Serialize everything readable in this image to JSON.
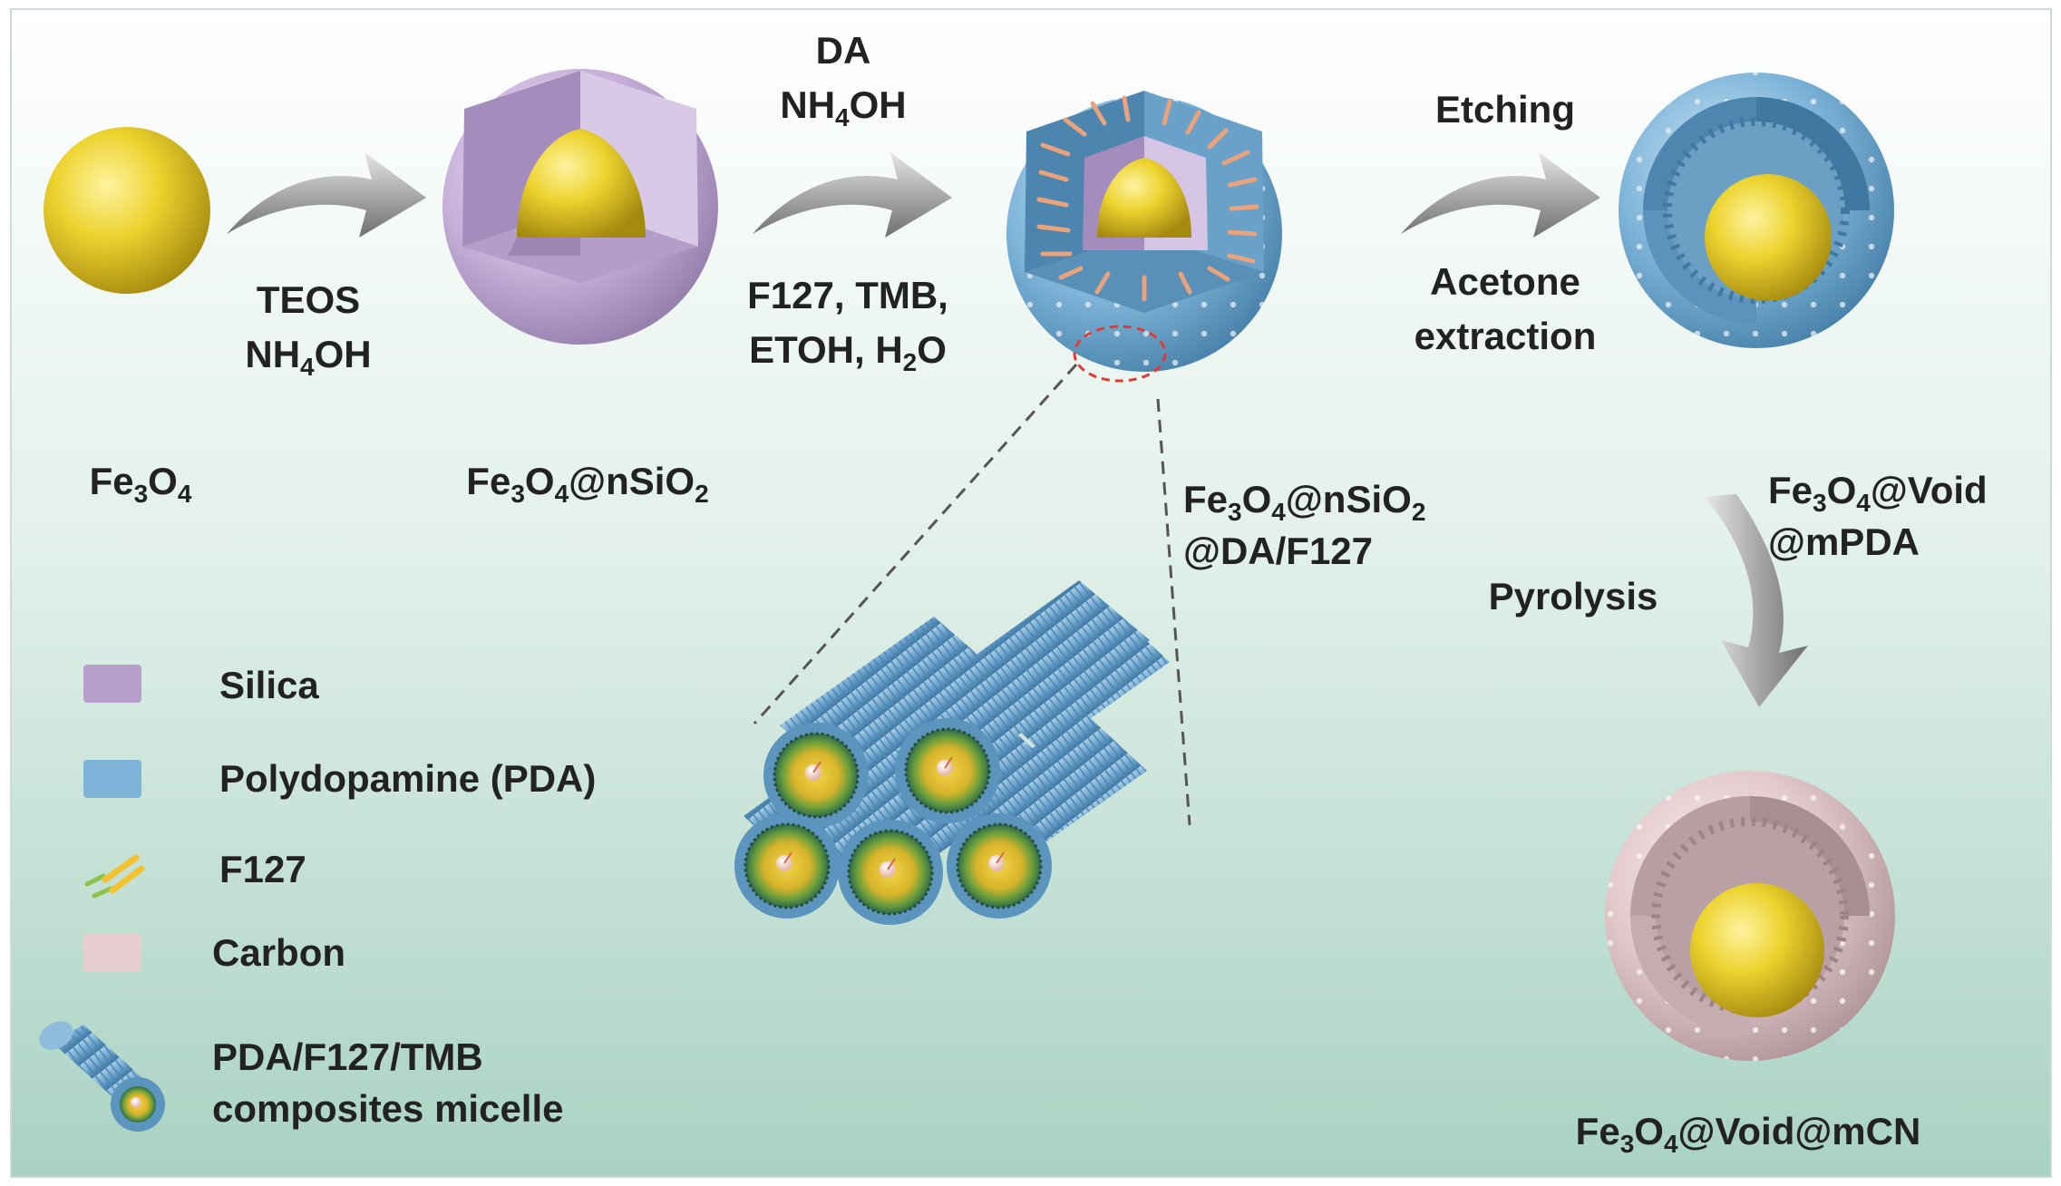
{
  "colors": {
    "background_top": "#ffffff",
    "background_bottom": "#a9d2c2",
    "iron_oxide_core": "#e8cf2a",
    "silica": "#c6aed8",
    "polydopamine": "#7bb3d8",
    "f127": "#e7a07d",
    "carbon": "#e6cdd0",
    "arrow": "#a9a9a9",
    "label_text": "#222222",
    "highlight": "#e03a3a"
  },
  "steps": [
    {
      "reagents": [
        "TEOS",
        "NH4OH"
      ],
      "reagents_below": []
    },
    {
      "reagents": [
        "DA",
        "NH4OH"
      ],
      "reagents_below": [
        "F127, TMB,",
        "ETOH, H2O"
      ]
    },
    {
      "reagents": [
        "Etching"
      ],
      "reagents_below": [
        "Acetone",
        "extraction"
      ]
    },
    {
      "reagents": [
        "Pyrolysis"
      ],
      "reagents_below": []
    }
  ],
  "structures": [
    {
      "name": "Fe3O4",
      "label_lines": [
        "Fe3O4"
      ]
    },
    {
      "name": "Fe3O4@nSiO2",
      "label_lines": [
        "Fe3O4@nSiO2"
      ]
    },
    {
      "name": "Fe3O4@nSiO2@DA/F127",
      "label_lines": [
        "Fe3O4@nSiO2",
        "@DA/F127"
      ]
    },
    {
      "name": "Fe3O4@Void@mPDA",
      "label_lines": [
        "Fe3O4@Void",
        "@mPDA"
      ]
    },
    {
      "name": "Fe3O4@Void@mCN",
      "label_lines": [
        "Fe3O4@Void@mCN"
      ]
    }
  ],
  "legend": [
    {
      "label": "Silica",
      "icon": "silica-swatch"
    },
    {
      "label": "Polydopamine (PDA)",
      "icon": "pda-swatch"
    },
    {
      "label": "F127",
      "icon": "f127-molecule-icon"
    },
    {
      "label": "Carbon",
      "icon": "carbon-swatch"
    },
    {
      "label": "PDA/F127/TMB composites micelle",
      "label_lines": [
        "PDA/F127/TMB",
        "composites micelle"
      ],
      "icon": "micelle-cylinder-icon"
    }
  ]
}
